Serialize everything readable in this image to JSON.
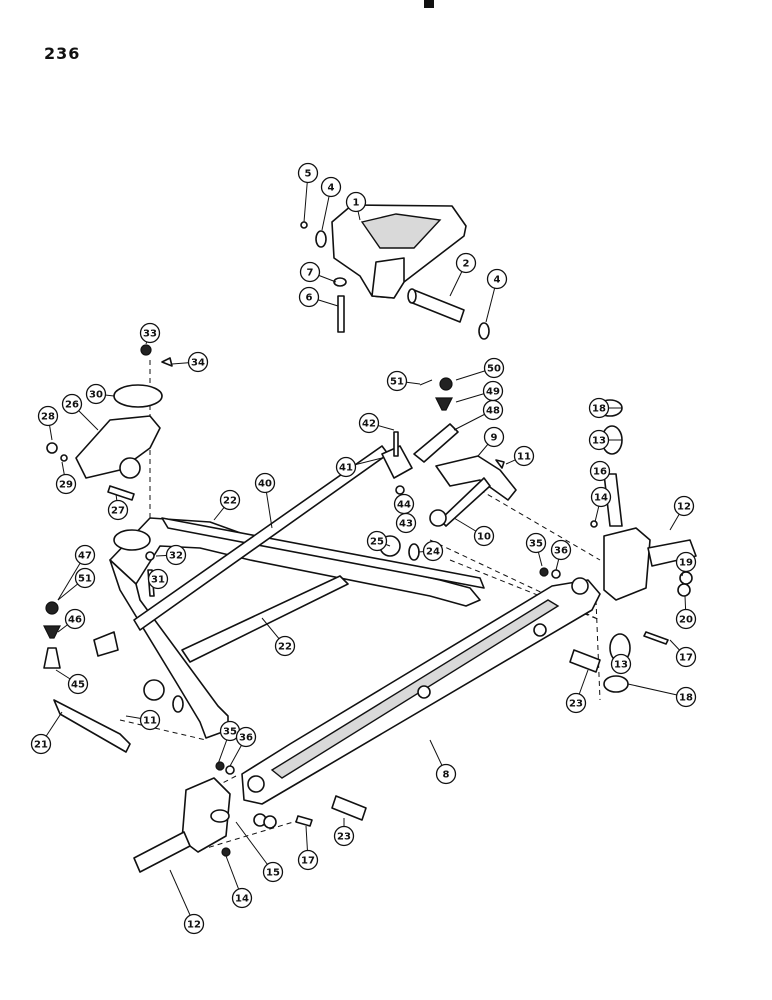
{
  "page": {
    "number": "236"
  },
  "callouts": [
    "1",
    "2",
    "4",
    "4",
    "5",
    "6",
    "7",
    "8",
    "9",
    "10",
    "11",
    "11",
    "12",
    "12",
    "13",
    "13",
    "14",
    "14",
    "15",
    "16",
    "17",
    "17",
    "18",
    "18",
    "19",
    "20",
    "21",
    "22",
    "22",
    "23",
    "23",
    "24",
    "25",
    "26",
    "27",
    "28",
    "29",
    "30",
    "31",
    "32",
    "33",
    "34",
    "35",
    "35",
    "36",
    "36",
    "40",
    "41",
    "42",
    "43",
    "44",
    "45",
    "46",
    "47",
    "48",
    "49",
    "50",
    "51",
    "51"
  ]
}
